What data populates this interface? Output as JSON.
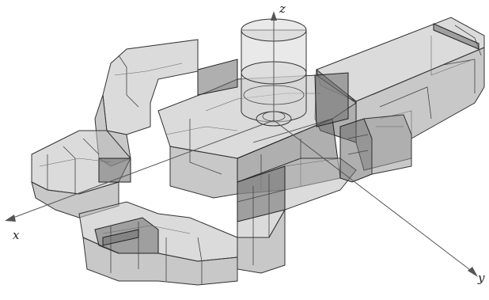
{
  "figure": {
    "axes": {
      "x_label": "x",
      "y_label": "y",
      "z_label": "z"
    },
    "colors": {
      "face_light": "#bdbdbd",
      "face_mid": "#9a9a9a",
      "face_dark": "#6e6e6e",
      "edge": "#333333",
      "axis": "#555555"
    }
  }
}
